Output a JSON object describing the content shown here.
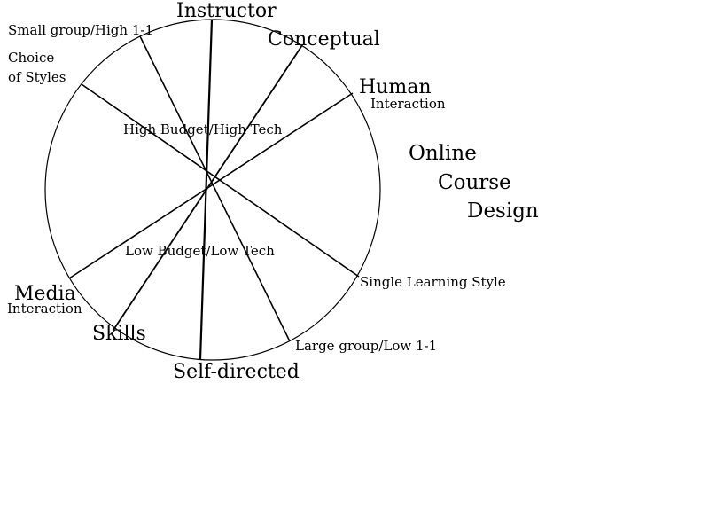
{
  "diagram": {
    "title_lines": [
      "Online",
      "Course",
      "Design"
    ],
    "spokes": [
      {
        "id": "instructor",
        "end_a": "Instructor",
        "end_b": "Self-directed"
      },
      {
        "id": "conceptual",
        "end_a": "Conceptual",
        "end_b": "Skills"
      },
      {
        "id": "human",
        "end_a": "Human",
        "end_a_sub": "Interaction",
        "end_b": "Media",
        "end_b_sub": "Interaction"
      },
      {
        "id": "styles",
        "end_a": "Choice",
        "end_a_sub": "of Styles",
        "end_b": "Single Learning Style"
      },
      {
        "id": "group",
        "end_a": "Small group/High 1-1",
        "end_b": "Large group/Low 1-1"
      }
    ],
    "inner_labels": {
      "top": "High Budget/High Tech",
      "bottom": "Low Budget/Low Tech"
    },
    "colors": {
      "stroke": "#000000",
      "background": "#ffffff"
    }
  }
}
